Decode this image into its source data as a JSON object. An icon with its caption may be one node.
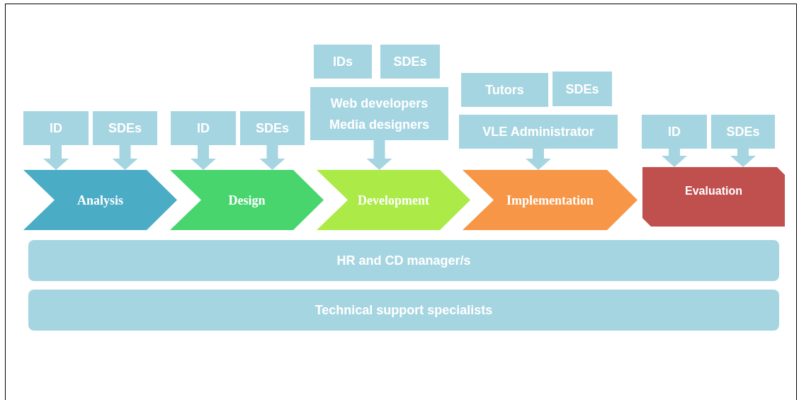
{
  "diagram": {
    "nodes": [
      {
        "text": [
          "Analysis"
        ]
      },
      {
        "text": [
          "Design"
        ]
      },
      {
        "text": [
          "Development"
        ]
      },
      {
        "text": [
          "Implementation"
        ]
      },
      {
        "text": [
          "Evaluation"
        ]
      },
      {
        "text": [
          "ID"
        ]
      },
      {
        "text": [
          "SDEs"
        ]
      },
      {
        "text": [
          "ID"
        ]
      },
      {
        "text": [
          "SDEs"
        ]
      },
      {
        "text": [
          "IDs"
        ]
      },
      {
        "text": [
          "SDEs"
        ]
      },
      {
        "text": [
          "Web developers",
          "Media designers"
        ]
      },
      {
        "text": [
          "Tutors"
        ]
      },
      {
        "text": [
          "SDEs"
        ]
      },
      {
        "text": [
          "VLE Administrator"
        ]
      },
      {
        "text": [
          "ID"
        ]
      },
      {
        "text": [
          "SDEs"
        ]
      },
      {
        "text": [
          "HR and CD manager/s"
        ]
      },
      {
        "text": [
          "Technical support specialists"
        ]
      }
    ],
    "edges": [
      {
        "from": 5,
        "to": 0,
        "arrow": "to"
      },
      {
        "from": 6,
        "to": 0,
        "arrow": "to"
      },
      {
        "from": 7,
        "to": 1,
        "arrow": "to"
      },
      {
        "from": 8,
        "to": 1,
        "arrow": "to"
      },
      {
        "from": 11,
        "to": 2,
        "arrow": "to"
      },
      {
        "from": 14,
        "to": 3,
        "arrow": "to"
      },
      {
        "from": 15,
        "to": 4,
        "arrow": "to"
      },
      {
        "from": 16,
        "to": 4,
        "arrow": "to"
      }
    ]
  }
}
